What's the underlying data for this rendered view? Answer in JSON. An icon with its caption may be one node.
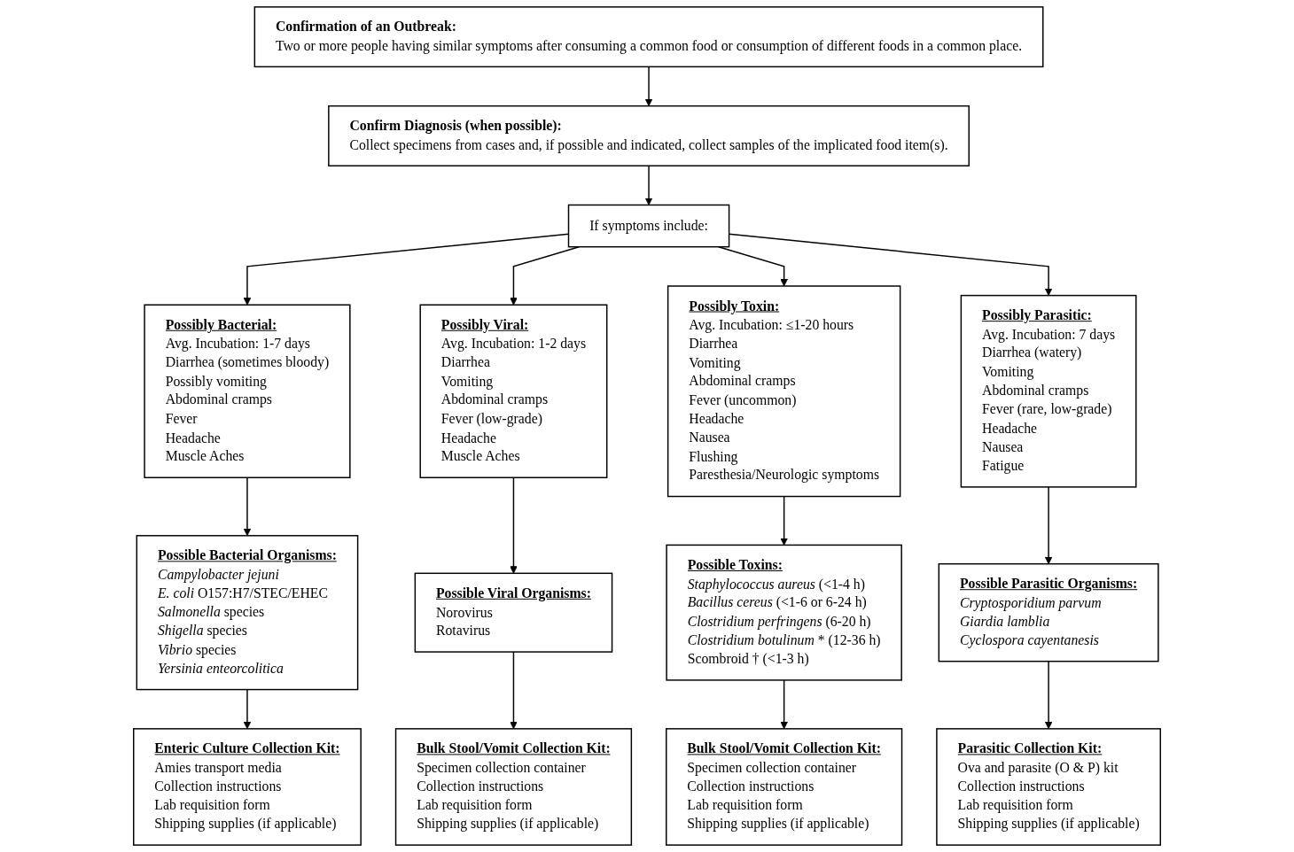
{
  "diagram": {
    "nodes": [
      {
        "text": [
          "Confirmation of an Outbreak:",
          "Two or more people having similar symptoms after consuming a common food or consumption of different foods in a common place."
        ]
      },
      {
        "text": [
          "Confirm Diagnosis (when possible):",
          "Collect specimens from cases and, if possible and indicated, collect samples of the implicated food item(s)."
        ]
      },
      {
        "text": [
          "If symptoms include:"
        ]
      },
      {
        "text": [
          "Possibly Bacterial:",
          "Avg. Incubation:  1-7 days",
          "Diarrhea (sometimes bloody)",
          "Possibly vomiting",
          "Abdominal cramps",
          "Fever",
          "Headache",
          "Muscle Aches"
        ]
      },
      {
        "text": [
          "Possibly Viral:",
          "Avg. Incubation:  1-2 days",
          "Diarrhea",
          "Vomiting",
          "Abdominal cramps",
          "Fever (low-grade)",
          "Headache",
          "Muscle Aches"
        ]
      },
      {
        "text": [
          "Possibly Toxin:",
          "Avg. Incubation:  ≤1-20 hours",
          "Diarrhea",
          "Vomiting",
          "Abdominal cramps",
          "Fever (uncommon)",
          "Headache",
          "Nausea",
          "Flushing",
          "Paresthesia/Neurologic symptoms"
        ]
      },
      {
        "text": [
          "Possibly Parasitic:",
          "Avg. Incubation:  7 days",
          "Diarrhea (watery)",
          "Vomiting",
          "Abdominal cramps",
          "Fever (rare, low-grade)",
          "Headache",
          "Nausea",
          "Fatigue"
        ]
      },
      {
        "text": [
          "Possible Bacterial Organisms:",
          "*Campylobacter jejuni*",
          "*E. coli* O157:H7/STEC/EHEC",
          "*Salmonella* species",
          "*Shigella* species",
          "*Vibrio* species",
          "*Yersinia enteorcolitica*"
        ]
      },
      {
        "text": [
          "Possible Viral Organisms:",
          "Norovirus",
          "Rotavirus"
        ]
      },
      {
        "text": [
          "Possible Toxins:",
          "*Staphylococcus aureus* (<1-4 h)",
          "*Bacillus cereus* (<1-6 or 6-24 h)",
          "*Clostridium perfringens* (6-20 h)",
          "*Clostridium botulinum* * (12-36 h)",
          "Scombroid † (<1-3 h)"
        ]
      },
      {
        "text": [
          "Possible Parasitic Organisms:",
          "*Cryptosporidium parvum*",
          "*Giardia lamblia*",
          "*Cyclospora cayentanesis*"
        ]
      },
      {
        "text": [
          "Enteric Culture Collection Kit:",
          "Amies transport media",
          "Collection instructions",
          "Lab requisition form",
          "Shipping supplies (if applicable)"
        ]
      },
      {
        "text": [
          "Bulk Stool/Vomit Collection Kit:",
          "Specimen collection container",
          "Collection instructions",
          "Lab requisition form",
          "Shipping supplies (if applicable)"
        ]
      },
      {
        "text": [
          "Bulk Stool/Vomit Collection Kit:",
          "Specimen collection container",
          "Collection instructions",
          "Lab requisition form",
          "Shipping supplies (if applicable)"
        ]
      },
      {
        "text": [
          "Parasitic Collection Kit:",
          "Ova and parasite (O & P) kit",
          "Collection instructions",
          "Lab requisition form",
          "Shipping supplies (if applicable)"
        ]
      }
    ],
    "edges": [
      {
        "from": 0,
        "to": 1,
        "arrow": "to"
      },
      {
        "from": 1,
        "to": 2,
        "arrow": "to"
      },
      {
        "from": 2,
        "to": 3,
        "arrow": "to"
      },
      {
        "from": 2,
        "to": 4,
        "arrow": "to"
      },
      {
        "from": 2,
        "to": 5,
        "arrow": "to"
      },
      {
        "from": 2,
        "to": 6,
        "arrow": "to"
      },
      {
        "from": 3,
        "to": 7,
        "arrow": "to"
      },
      {
        "from": 4,
        "to": 8,
        "arrow": "to"
      },
      {
        "from": 5,
        "to": 9,
        "arrow": "to"
      },
      {
        "from": 6,
        "to": 10,
        "arrow": "to"
      },
      {
        "from": 7,
        "to": 11,
        "arrow": "to"
      },
      {
        "from": 8,
        "to": 12,
        "arrow": "to"
      },
      {
        "from": 9,
        "to": 13,
        "arrow": "to"
      },
      {
        "from": 10,
        "to": 14,
        "arrow": "to"
      }
    ]
  }
}
